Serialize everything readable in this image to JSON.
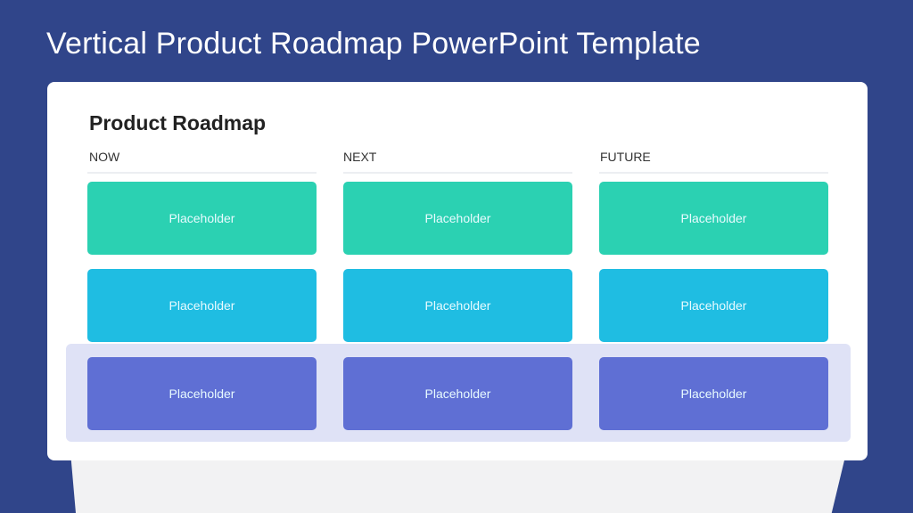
{
  "slide": {
    "title": "Vertical Product Roadmap PowerPoint Template",
    "background": "#30458a"
  },
  "card": {
    "title": "Product Roadmap",
    "columns": [
      {
        "label": "NOW"
      },
      {
        "label": "NEXT"
      },
      {
        "label": "FUTURE"
      }
    ],
    "rows": [
      {
        "color": "#2bd1b2",
        "cells": [
          "Placeholder",
          "Placeholder",
          "Placeholder"
        ]
      },
      {
        "color": "#1fbde2",
        "cells": [
          "Placeholder",
          "Placeholder",
          "Placeholder"
        ]
      },
      {
        "color": "#5f6fd4",
        "cells": [
          "Placeholder",
          "Placeholder",
          "Placeholder"
        ],
        "highlighted": true
      }
    ]
  }
}
